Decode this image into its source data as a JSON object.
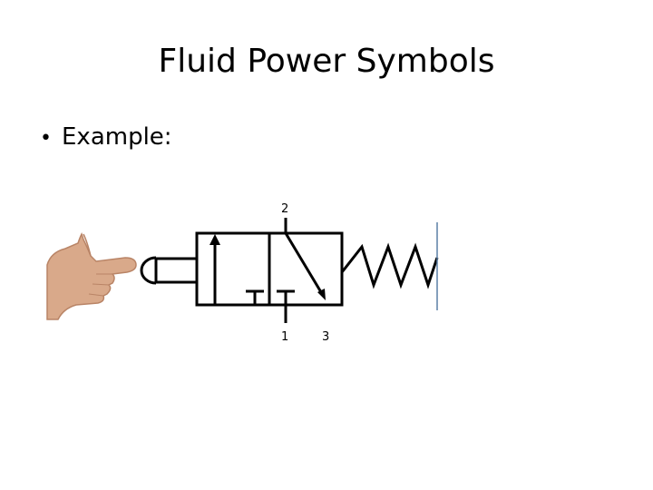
{
  "slide": {
    "title": "Fluid Power Symbols",
    "bullet": "Example:"
  },
  "diagram": {
    "ports": {
      "port_2": "2",
      "port_1": "1",
      "port_3": "3"
    },
    "colors": {
      "line": "#000000",
      "divider": "#5b7fa6",
      "skin": "#d9a98a",
      "skin_shadow": "#b98466"
    },
    "components": [
      "hand-icon",
      "pushbutton-actuator",
      "valve-body",
      "return-spring"
    ]
  }
}
